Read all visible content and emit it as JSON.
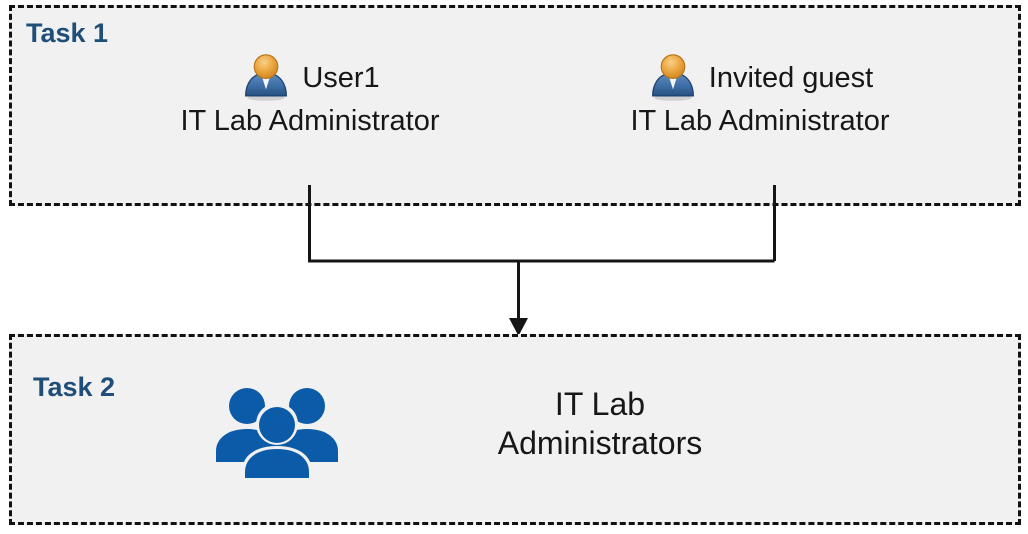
{
  "diagram": {
    "title_visible": false,
    "background": "#FFFFFF",
    "accent_color": "#1F4E79",
    "box_fill": "#F1F1F1",
    "box_border_color": "#121212",
    "icon_blue": "#0B5BA8",
    "avatar_head_color": "#E8A33D",
    "avatar_body_color": "#3F6FA8"
  },
  "task1": {
    "label": "Task 1",
    "people": [
      {
        "icon": "user-icon",
        "name": "User1",
        "role": "IT Lab Administrator"
      },
      {
        "icon": "user-icon",
        "name": "Invited guest",
        "role": "IT Lab Administrator"
      }
    ]
  },
  "task2": {
    "label": "Task 2",
    "group": {
      "icon": "people-group-icon",
      "name_line1": "IT Lab",
      "name_line2": "Administrators"
    }
  },
  "connector": {
    "type": "merge-arrow",
    "description": "Two vertical lines from Task 1 members merge into a horizontal bar and a single downward arrow into Task 2",
    "stroke_color": "#151515"
  }
}
